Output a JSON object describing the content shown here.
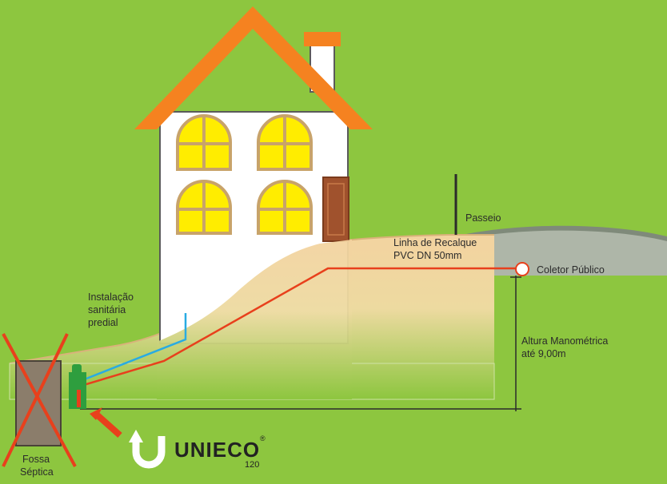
{
  "labels": {
    "passeio": "Passeio",
    "linha_line1": "Linha de Recalque",
    "linha_line2": "PVC DN 50mm",
    "coletor": "Coletor Público",
    "instalacao_line1": "Instalação",
    "instalacao_line2": "sanitária",
    "instalacao_line3": "predial",
    "altura_line1": "Altura Manométrica",
    "altura_line2": "até 9,00m",
    "fossa_line1": "Fossa",
    "fossa_line2": "Séptica"
  },
  "logo": {
    "name": "UNIECO",
    "model": "120",
    "registered": "®"
  },
  "colors": {
    "background": "#8dc63f",
    "roof": "#f58220",
    "house_wall": "#ffffff",
    "window": "#ffed00",
    "window_frame": "#c8a36a",
    "door": "#a0522d",
    "soil": "#f3d3a0",
    "recalque_pipe": "#e8401c",
    "sanitary_pipe": "#29abe2",
    "cross": "#e8401c",
    "fossa": "#8b7d6b",
    "street": "#7f8a7a"
  },
  "icons": [
    "u-arrow-logo-icon",
    "red-arrow-icon",
    "cross-icon"
  ]
}
